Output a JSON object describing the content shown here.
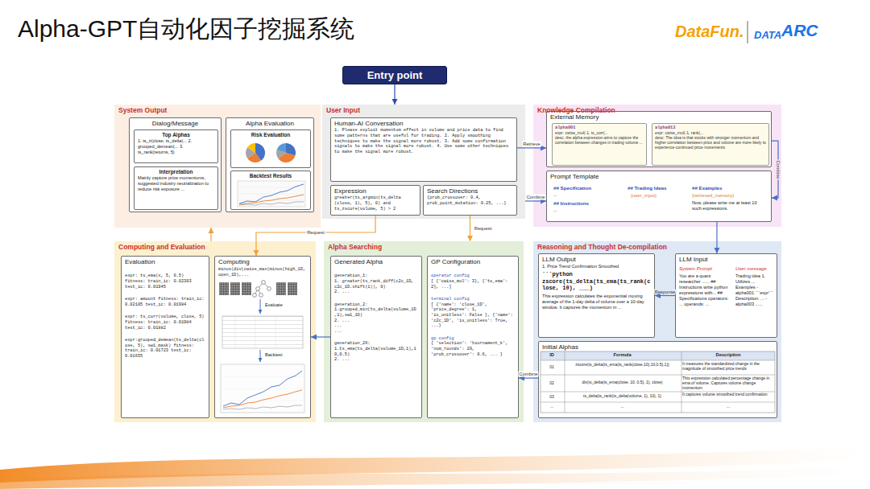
{
  "diagram": {
    "title": "Alpha-GPT自动化因子挖掘系统",
    "nodes": [
      {
        "text": [
          "Entry point"
        ]
      },
      {
        "text": [
          "System Output"
        ]
      },
      {
        "text": [
          "Dialog/Message"
        ],
        "in": 1
      },
      {
        "text": [
          "Top Alphas",
          "1. ts_ir(close, ts_delta(... 2. grouped_demean(... 3. ts_rank(returns, 5)"
        ],
        "in": 2
      },
      {
        "text": [
          "Interpretation",
          "Mainly capture price momentums, suggested industry neutralization to reduce risk exposure ..."
        ],
        "in": 2
      },
      {
        "text": [
          "Alpha Evaluation"
        ],
        "in": 1
      },
      {
        "text": [
          "Risk Evaluation"
        ],
        "in": 5
      },
      {
        "text": [
          "Backtest Results"
        ],
        "in": 5
      },
      {
        "text": [
          "User Input"
        ]
      },
      {
        "text": [
          "Human-AI Conversation",
          "1. Please exploit momentum effect in volume and price data to find some patterns that are useful for trading. 2. Apply smoothing techniques to make the signal more robust. 3. Add some confirmation signals to make the signal more robust. 4. Use some other techniques to make the signal more robust."
        ],
        "in": 8
      },
      {
        "text": [
          "Expression",
          "greater(ts_argmin(ts_delta (close, 1), 5), 0) and ts_zscore(volume, 5) > 2"
        ],
        "in": 8
      },
      {
        "text": [
          "Search Directions",
          "{prob_crossover: 0.4, prob_point_mutation: 0.25, ...}"
        ],
        "in": 8
      },
      {
        "text": [
          "Knowledge Compilation"
        ]
      },
      {
        "text": [
          "External Memory"
        ],
        "in": 12
      },
      {
        "text": [
          "alpha001",
          "expr: cwise_mul(-1, ts_corr(...",
          "desc: the alpha expression aims to capture the correlation between changes in trading volume ..."
        ],
        "in": 13
      },
      {
        "text": [
          "alpha013",
          "expr: cwise_mul(-1, rank(...",
          "desc: The idea is that stocks with stronger momentum and higher correlation between price and volume are more likely to experience continued price movements"
        ],
        "in": 13
      },
      {
        "text": [
          "Prompt Template",
          "## Specification",
          "...",
          "## Instructions",
          "...",
          "## Trading Ideas",
          "{user_input}",
          "## Examples",
          "{retrieved_memory}",
          "Now, please write me at least 10 such expressions."
        ],
        "in": 12
      },
      {
        "text": [
          "Computing and Evaluation"
        ]
      },
      {
        "text": [
          "Evaluation",
          "expr: ts_ema(x, 5, 0.5) fitness: train_ic: 0.02303 test_ic: 0.01945",
          "expr: amount fitness: train_ic: 0.02105 test_ic: 0.01984",
          "expr: ts_corr(volume, close, 5) fitness: train_ic: 0.01984 test_ic: 0.01882",
          "expr:grouped_demean(ts_delta(close, 5), sw1_mask) fitness: train_ic: 0.01723 test_ic: 0.01655"
        ],
        "in": 17
      },
      {
        "text": [
          "Computing",
          "minus(div(cwise_max(minus(high_1D,open_1D),...",
          "Evaluate",
          "Backtest"
        ],
        "in": 17
      },
      {
        "text": [
          "Alpha Searching"
        ]
      },
      {
        "text": [
          "Generated Alpha",
          "generation_1:",
          "1. greater(ts_rank_diff(c2c_1D, c2c_1D.shift(1)), 0)",
          "2. ...",
          "generation_2:",
          "1.grouped_min(ts_delta(volume_1D,1),sw1_1D)",
          "2. ...",
          "...",
          "...",
          "generation_26:",
          "1.ts_ema(ts_delta(volume_1D,1),10,0.5)",
          "2. ..."
        ],
        "in": 20
      },
      {
        "text": [
          "GP Configuration",
          "operator config",
          "[ {'cwise_mul': 3}, {'ts_ema': 2}, ...]",
          "terminal config",
          "[ {'name': 'close_1D', 'price_degree': 1, 'is_unitless': False }, {'name': 'c2c_1D', 'is_unitless': True, ...}",
          "gp config",
          "{ 'selection': 'tournament_k', 'num_rounds': 20, 'prob_crossover': 0.6, ... }"
        ],
        "in": 20
      },
      {
        "text": [
          "Reasoning and Thought De-compilation"
        ]
      },
      {
        "text": [
          "LLM Output",
          "1. Price Trend Confirmation Smoothed",
          "```python zscore(ts_delta(ts_ema(ts_rank(close, 10), ___)",
          "This expression calculates the exponential moving average of the 1-day delta of volume over a 10-day window. It captures the momentum in ..."
        ],
        "in": 23
      },
      {
        "text": [
          "LLM Input",
          "System Prompt",
          "You are a quant researcher ...... ## Instructions write python expressions with... ## Specifications operators: ... operands: ...",
          "User message",
          "Trading idea 1. Utilizes ... Examples - alpha001 ```expr``` Description: ... - alpha003 ......"
        ],
        "in": 23
      },
      {
        "text": [
          "Initial Alphas"
        ],
        "in": 23
      }
    ],
    "edges": [
      {
        "from": 0,
        "to": 8,
        "arrow": "to"
      },
      {
        "from": 9,
        "to": 13,
        "label": "Retrieve",
        "arrow": "to"
      },
      {
        "from": 8,
        "to": 16,
        "label": "Combine",
        "arrow": "to"
      },
      {
        "from": 13,
        "to": 16,
        "label": "Combine",
        "arrow": "to"
      },
      {
        "from": 16,
        "to": 25,
        "arrow": "to"
      },
      {
        "from": 25,
        "to": 24,
        "label": "Response",
        "arrow": "to"
      },
      {
        "from": 26,
        "to": 22,
        "label": "Combine",
        "arrow": "to"
      },
      {
        "from": 10,
        "to": 19,
        "label": "Request",
        "arrow": "to"
      },
      {
        "from": 11,
        "to": 20,
        "label": "Request",
        "arrow": "to"
      },
      {
        "from": 21,
        "to": 19,
        "arrow": "to"
      },
      {
        "from": 17,
        "to": 1,
        "arrow": "to"
      }
    ],
    "labels": [
      "DataFun.",
      "DATA",
      "ARC",
      "ID",
      "Formula",
      "Description",
      "01",
      "zscore(ts_delta(ts_ema(ts_rank(close,10),10,0.5),1))",
      "It measures the standardized change in the magnitude of smoothed price trends",
      "02",
      "div(ts_delta(ts_ema(close, 10, 0.5), 1), close)",
      "This expression calculated percentage change in ema of volume. Captures volume change momentum",
      "03",
      "ts_delta(ts_rank(ts_delta(volume, 1), 10), 1)",
      "It captures volume smoothed trend confirmation",
      "...",
      "...",
      "..."
    ]
  }
}
